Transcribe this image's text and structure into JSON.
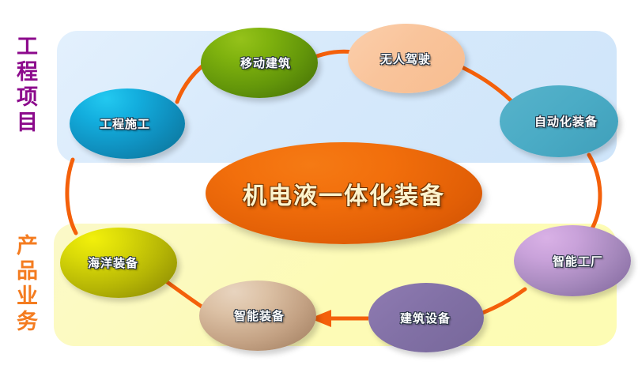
{
  "diagram": {
    "title": "机电液一体化装备",
    "center": {
      "label": "机电液一体化装备",
      "fill": "#f26f0c",
      "text_color": "#fdf3cd"
    },
    "sections": [
      {
        "name": "engineering-projects",
        "label": "工程项目",
        "panel_color": "#d6e9fb",
        "label_color": "#8c0a8c"
      },
      {
        "name": "product-business",
        "label": "产品业务",
        "panel_color": "#fdfbb6",
        "label_color": "#f47c20"
      }
    ],
    "nodes": [
      {
        "name": "construction",
        "label": "工程施工",
        "color": "#13aede",
        "section": "engineering-projects"
      },
      {
        "name": "mobile-building",
        "label": "移动建筑",
        "color": "#7fb20e",
        "section": "engineering-projects"
      },
      {
        "name": "autonomous-driving",
        "label": "无人驾驶",
        "color": "#f9c49b",
        "section": "engineering-projects"
      },
      {
        "name": "automation-equipment",
        "label": "自动化装备",
        "color": "#4aabc5",
        "section": "engineering-projects"
      },
      {
        "name": "smart-factory",
        "label": "智能工厂",
        "color": "#c9a2da",
        "section": "product-business"
      },
      {
        "name": "building-equipment",
        "label": "建筑设备",
        "color": "#8170a5",
        "section": "product-business"
      },
      {
        "name": "smart-equipment",
        "label": "智能装备",
        "color": "#dcc1a5",
        "section": "product-business"
      },
      {
        "name": "marine-equipment",
        "label": "海洋装备",
        "color": "#dada08",
        "section": "product-business"
      }
    ],
    "connector_color": "#f4600a",
    "arrow": {
      "name": "flow-arrow",
      "from": "building-equipment",
      "to": "smart-equipment",
      "direction": "left"
    }
  }
}
